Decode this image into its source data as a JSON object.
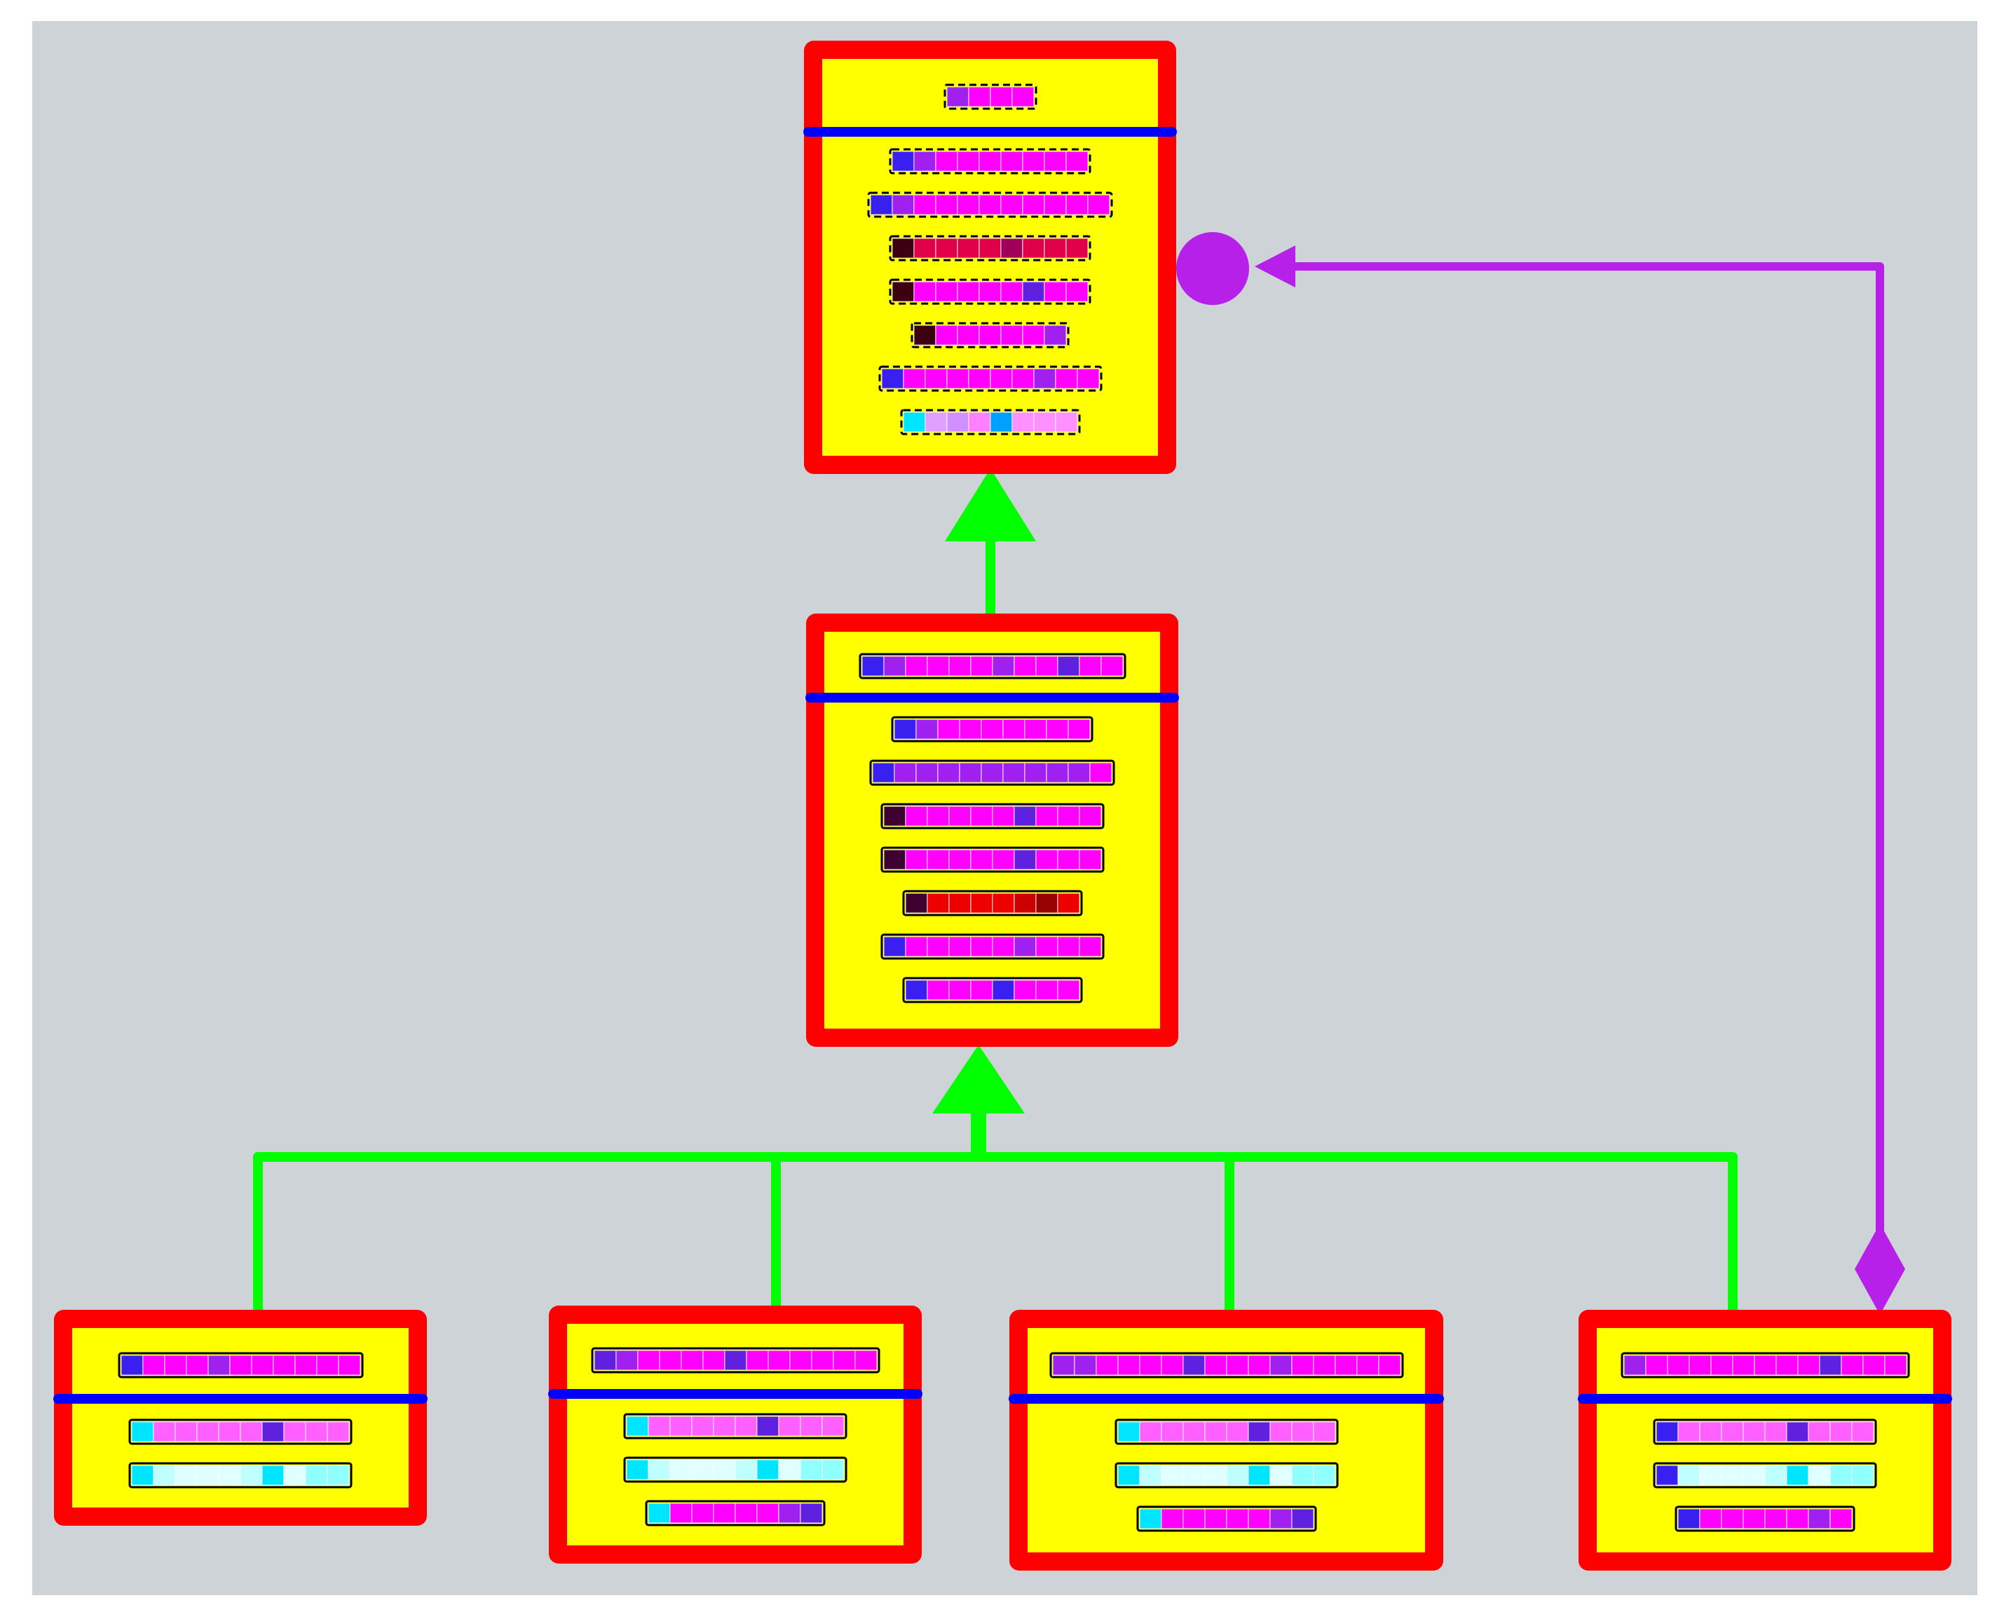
{
  "diagram": {
    "type": "uml-class-hierarchy",
    "colors": {
      "canvas_background": "#ced3d7",
      "page_background": "#ffffff",
      "class_fill": "#ffff00",
      "class_border": "#ff0000",
      "compartment_divider": "#0000ff",
      "generalization_edge": "#00ff00",
      "aggregation_edge": "#b620e8",
      "token_outline": "#000000"
    },
    "classes": [
      {
        "id": "root",
        "title_style": "dashed",
        "title": [
          "#a020f0",
          "#ff00ff",
          "#ff00ff",
          "#ff00ff"
        ],
        "members_style": "dashed",
        "members": [
          [
            "#3a20f0",
            "#a020f0",
            "#ff00ff",
            "#ff00ff",
            "#ff00ff",
            "#ff00ff",
            "#ff00ff",
            "#ff00ff",
            "#ff00ff"
          ],
          [
            "#3a20f0",
            "#a020f0",
            "#ff00ff",
            "#ff00ff",
            "#ff00ff",
            "#ff00ff",
            "#ff00ff",
            "#ff00ff",
            "#ff00ff",
            "#ff00ff",
            "#ff00ff"
          ],
          [
            "#3d0010",
            "#e0004a",
            "#e0004a",
            "#e0004a",
            "#e0004a",
            "#a0005a",
            "#e0004a",
            "#e0004a",
            "#e0004a"
          ],
          [
            "#3d0010",
            "#ff00ff",
            "#ff00ff",
            "#ff00ff",
            "#ff00ff",
            "#ff00ff",
            "#6020e0",
            "#ff00ff",
            "#ff00ff"
          ],
          [
            "#3d0010",
            "#ff00ff",
            "#ff00ff",
            "#ff00ff",
            "#ff00ff",
            "#ff00ff",
            "#a020f0"
          ],
          [
            "#3a20f0",
            "#ff00ff",
            "#ff00ff",
            "#ff00ff",
            "#ff00ff",
            "#ff00ff",
            "#ff00ff",
            "#a020f0",
            "#ff00ff",
            "#ff00ff"
          ],
          [
            "#00e5ff",
            "#e0a0ff",
            "#d090ff",
            "#ff80ff",
            "#00a0ff",
            "#ff90ff",
            "#ff90ff",
            "#ff90ff"
          ]
        ]
      },
      {
        "id": "middle",
        "title_style": "solid",
        "title": [
          "#3a20f0",
          "#a020f0",
          "#ff00ff",
          "#ff00ff",
          "#ff00ff",
          "#ff00ff",
          "#a020f0",
          "#ff00ff",
          "#ff00ff",
          "#6020e0",
          "#ff00ff",
          "#ff00ff"
        ],
        "members_style": "solid",
        "members": [
          [
            "#3a20f0",
            "#a020f0",
            "#ff00ff",
            "#ff00ff",
            "#ff00ff",
            "#ff00ff",
            "#ff00ff",
            "#ff00ff",
            "#ff00ff"
          ],
          [
            "#3a20f0",
            "#a020f0",
            "#a020f0",
            "#a020f0",
            "#a020f0",
            "#a020f0",
            "#a020f0",
            "#a020f0",
            "#a020f0",
            "#a020f0",
            "#ff00ff"
          ],
          [
            "#3d0030",
            "#ff00ff",
            "#ff00ff",
            "#ff00ff",
            "#ff00ff",
            "#ff00ff",
            "#6020e0",
            "#ff00ff",
            "#ff00ff",
            "#ff00ff"
          ],
          [
            "#3d0030",
            "#ff00ff",
            "#ff00ff",
            "#ff00ff",
            "#ff00ff",
            "#ff00ff",
            "#6020e0",
            "#ff00ff",
            "#ff00ff",
            "#ff00ff"
          ],
          [
            "#3d0030",
            "#ee0000",
            "#ee0000",
            "#ee0000",
            "#ee0000",
            "#cc0000",
            "#990000",
            "#ee0000"
          ],
          [
            "#3a20f0",
            "#ff00ff",
            "#ff00ff",
            "#ff00ff",
            "#ff00ff",
            "#ff00ff",
            "#a020f0",
            "#ff00ff",
            "#ff00ff",
            "#ff00ff"
          ],
          [
            "#3a20f0",
            "#ff00ff",
            "#ff00ff",
            "#ff00ff",
            "#3a20f0",
            "#ff00ff",
            "#ff00ff",
            "#ff00ff"
          ]
        ]
      },
      {
        "id": "leaf-1",
        "title_style": "solid",
        "title": [
          "#3a20f0",
          "#ff00ff",
          "#ff00ff",
          "#ff00ff",
          "#a020f0",
          "#ff00ff",
          "#ff00ff",
          "#ff00ff",
          "#ff00ff",
          "#ff00ff",
          "#ff00ff"
        ],
        "members_style": "solid",
        "members": [
          [
            "#00e5ff",
            "#ff60ff",
            "#ff60ff",
            "#ff60ff",
            "#ff60ff",
            "#ff60ff",
            "#6020e0",
            "#ff60ff",
            "#ff60ff",
            "#ff60ff"
          ],
          [
            "#00e5ff",
            "#c0ffff",
            "#e0ffff",
            "#e0ffff",
            "#e0ffff",
            "#c0ffff",
            "#00e5ff",
            "#e0ffff",
            "#90ffff",
            "#90ffff"
          ]
        ]
      },
      {
        "id": "leaf-2",
        "title_style": "solid",
        "title": [
          "#6020e0",
          "#a020f0",
          "#ff00ff",
          "#ff00ff",
          "#ff00ff",
          "#ff00ff",
          "#6020e0",
          "#ff00ff",
          "#ff00ff",
          "#ff00ff",
          "#ff00ff",
          "#ff00ff",
          "#ff00ff"
        ],
        "members_style": "solid",
        "members": [
          [
            "#00e5ff",
            "#ff60ff",
            "#ff60ff",
            "#ff60ff",
            "#ff60ff",
            "#ff60ff",
            "#6020e0",
            "#ff60ff",
            "#ff60ff",
            "#ff60ff"
          ],
          [
            "#00e5ff",
            "#c0ffff",
            "#e0ffff",
            "#e0ffff",
            "#e0ffff",
            "#c0ffff",
            "#00e5ff",
            "#e0ffff",
            "#90ffff",
            "#90ffff"
          ],
          [
            "#00e5ff",
            "#ff00ff",
            "#ff00ff",
            "#ff00ff",
            "#ff00ff",
            "#ff00ff",
            "#a020f0",
            "#6020e0"
          ]
        ]
      },
      {
        "id": "leaf-3",
        "title_style": "solid",
        "title": [
          "#a020f0",
          "#a020f0",
          "#ff00ff",
          "#ff00ff",
          "#ff00ff",
          "#ff00ff",
          "#6020e0",
          "#ff00ff",
          "#ff00ff",
          "#ff00ff",
          "#a020f0",
          "#ff00ff",
          "#ff00ff",
          "#ff00ff",
          "#ff00ff",
          "#ff00ff"
        ],
        "members_style": "solid",
        "members": [
          [
            "#00e5ff",
            "#ff60ff",
            "#ff60ff",
            "#ff60ff",
            "#ff60ff",
            "#ff60ff",
            "#6020e0",
            "#ff60ff",
            "#ff60ff",
            "#ff60ff"
          ],
          [
            "#00e5ff",
            "#c0ffff",
            "#e0ffff",
            "#e0ffff",
            "#e0ffff",
            "#c0ffff",
            "#00e5ff",
            "#e0ffff",
            "#90ffff",
            "#90ffff"
          ],
          [
            "#00e5ff",
            "#ff00ff",
            "#ff00ff",
            "#ff00ff",
            "#ff00ff",
            "#ff00ff",
            "#a020f0",
            "#6020e0"
          ]
        ]
      },
      {
        "id": "leaf-4",
        "title_style": "solid",
        "title": [
          "#a020f0",
          "#ff00ff",
          "#ff00ff",
          "#ff00ff",
          "#ff00ff",
          "#ff00ff",
          "#ff00ff",
          "#ff00ff",
          "#ff00ff",
          "#6020e0",
          "#ff00ff",
          "#ff00ff",
          "#ff00ff"
        ],
        "members_style": "solid",
        "members": [
          [
            "#3a20f0",
            "#ff60ff",
            "#ff60ff",
            "#ff60ff",
            "#ff60ff",
            "#ff60ff",
            "#6020e0",
            "#ff60ff",
            "#ff60ff",
            "#ff60ff"
          ],
          [
            "#3a20f0",
            "#c0ffff",
            "#e0ffff",
            "#e0ffff",
            "#e0ffff",
            "#c0ffff",
            "#00e5ff",
            "#e0ffff",
            "#90ffff",
            "#90ffff"
          ],
          [
            "#3a20f0",
            "#ff00ff",
            "#ff00ff",
            "#ff00ff",
            "#ff00ff",
            "#ff00ff",
            "#a020f0",
            "#ff00ff"
          ]
        ]
      }
    ],
    "edges": [
      {
        "id": "edge-middle-to-root",
        "kind": "generalization",
        "from": "middle",
        "to": "root"
      },
      {
        "id": "edge-leaf-1-to-middle",
        "kind": "generalization",
        "from": "leaf-1",
        "to": "middle"
      },
      {
        "id": "edge-leaf-2-to-middle",
        "kind": "generalization",
        "from": "leaf-2",
        "to": "middle"
      },
      {
        "id": "edge-leaf-3-to-middle",
        "kind": "generalization",
        "from": "leaf-3",
        "to": "middle"
      },
      {
        "id": "edge-leaf-4-to-middle",
        "kind": "generalization",
        "from": "leaf-4",
        "to": "middle"
      },
      {
        "id": "edge-leaf-4-to-root",
        "kind": "aggregation",
        "from": "leaf-4",
        "to": "root",
        "source_marker": "diamond",
        "target_marker": "circle-with-arrow"
      }
    ]
  }
}
